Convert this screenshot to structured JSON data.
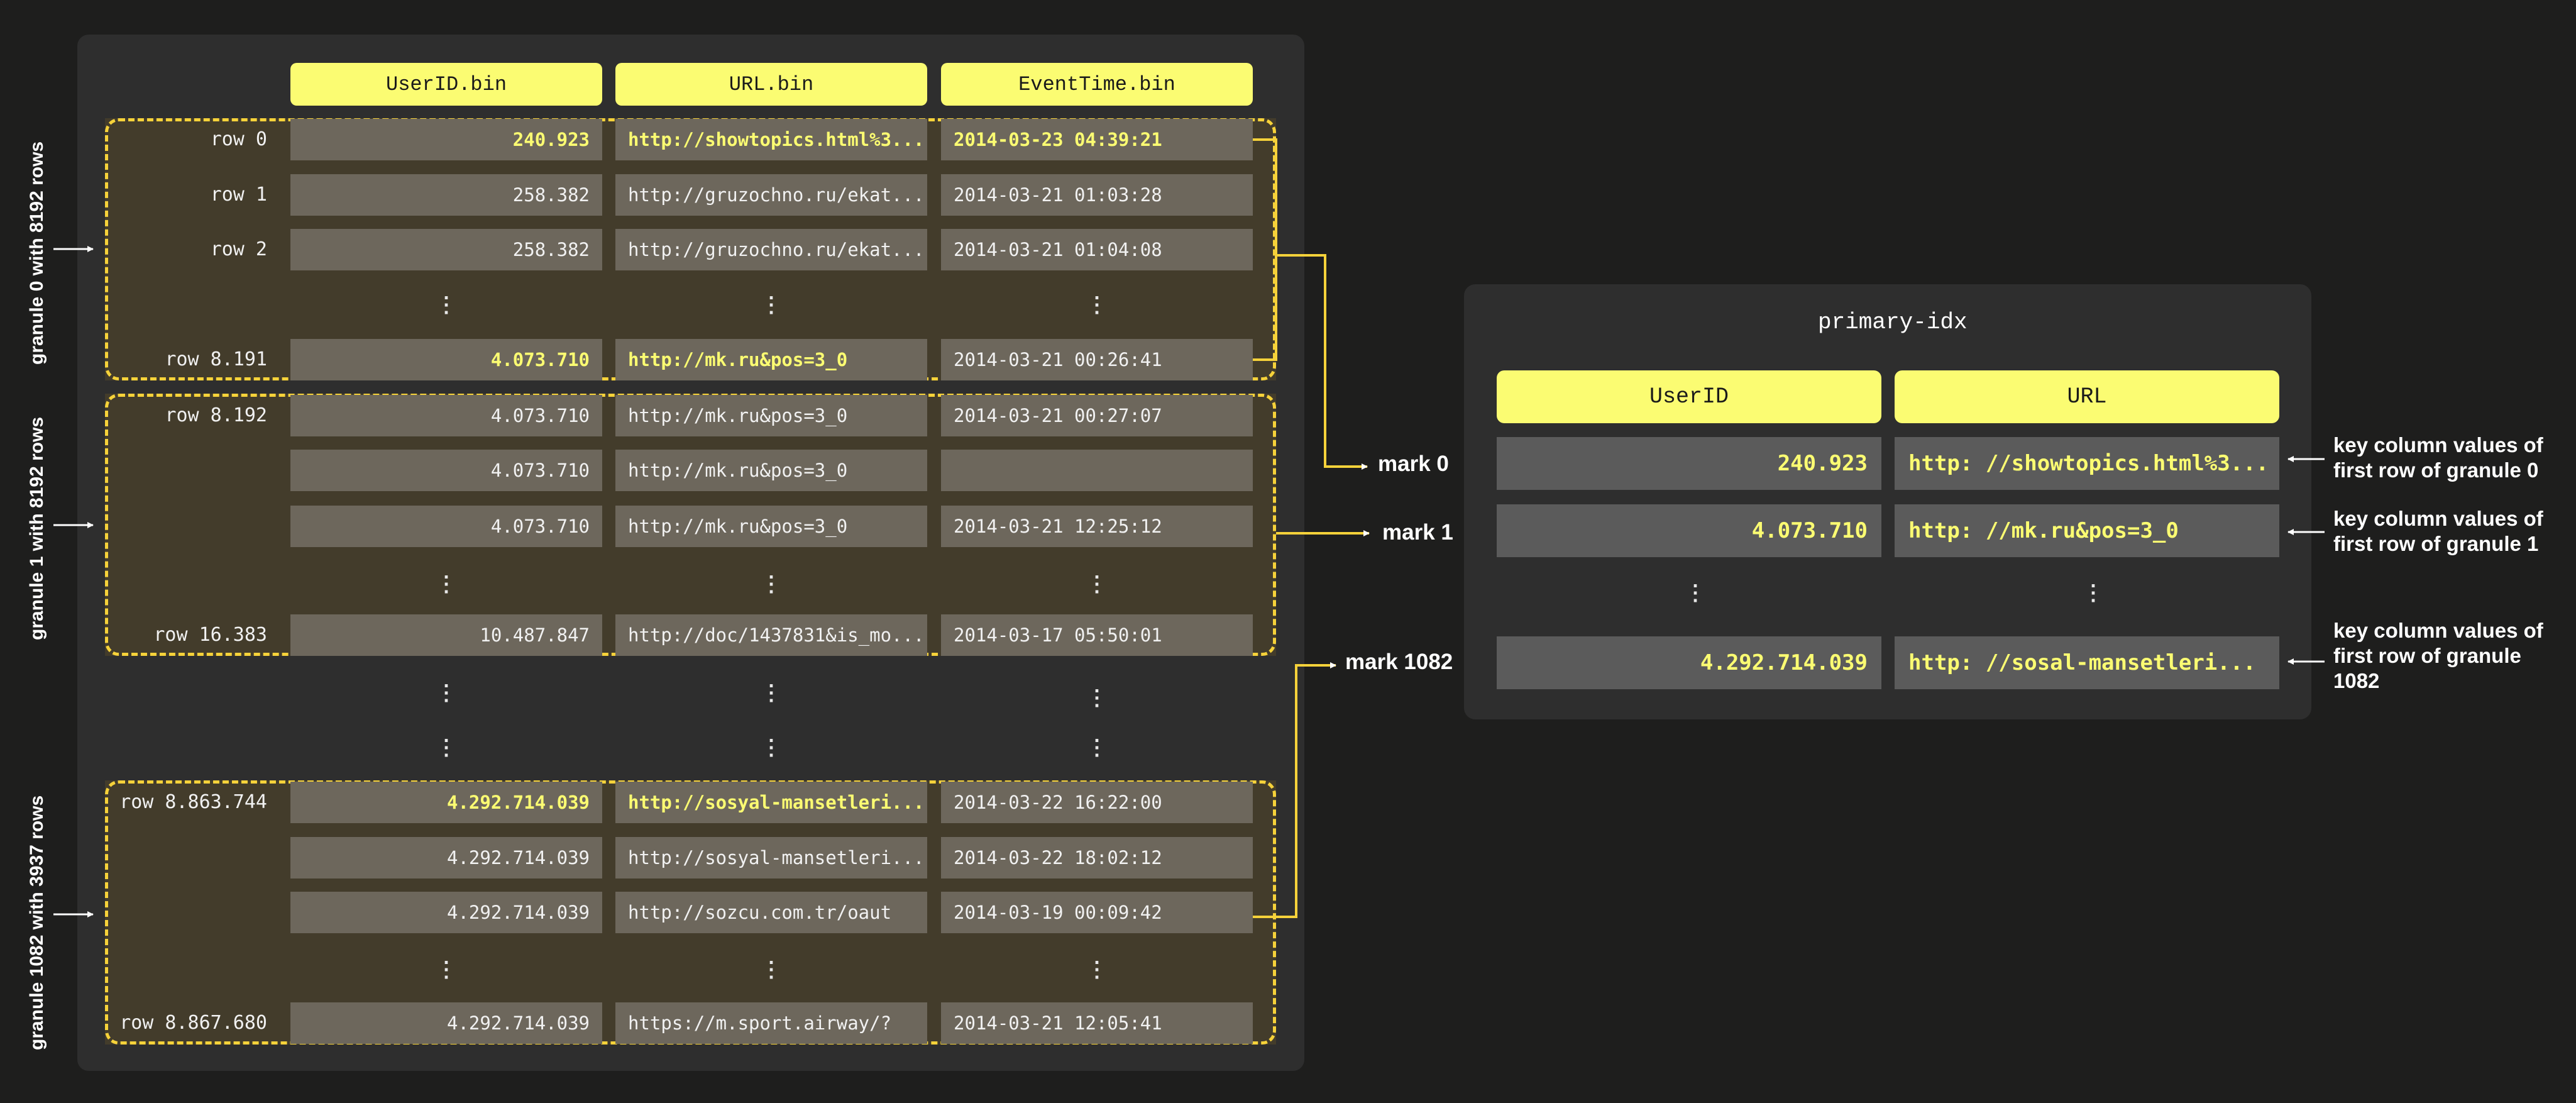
{
  "left_table": {
    "columns": [
      "UserID.bin",
      "URL.bin",
      "EventTime.bin"
    ],
    "granules": [
      {
        "label": "granule 0 with  8192 rows",
        "rows": [
          {
            "row": "row 0",
            "userid": "240.923",
            "url": "http://showtopics.html%3...",
            "time": "2014-03-23 04:39:21",
            "highlight": true
          },
          {
            "row": "row 1",
            "userid": "258.382",
            "url": "http://gruzochno.ru/ekat...",
            "time": "2014-03-21 01:03:28"
          },
          {
            "row": "row 2",
            "userid": "258.382",
            "url": "http://gruzochno.ru/ekat...",
            "time": "2014-03-21 01:04:08"
          },
          {
            "dots": true
          },
          {
            "row": "row 8.191",
            "userid": "4.073.710",
            "url": "http://mk.ru&pos=3_0",
            "time": "2014-03-21 00:26:41",
            "highlight_partial": true
          }
        ]
      },
      {
        "label": "granule 1 with  8192 rows",
        "rows": [
          {
            "row": "row 8.192",
            "userid": "4.073.710",
            "url": "http://mk.ru&pos=3_0",
            "time": "2014-03-21 00:27:07"
          },
          {
            "row": "",
            "userid": "4.073.710",
            "url": "http://mk.ru&pos=3_0",
            "time": ""
          },
          {
            "row": "",
            "userid": "4.073.710",
            "url": "http://mk.ru&pos=3_0",
            "time": "2014-03-21 12:25:12"
          },
          {
            "dots": true
          },
          {
            "row": "row 16.383",
            "userid": "10.487.847",
            "url": "http://doc/1437831&is_mo...",
            "time": "2014-03-17 05:50:01"
          }
        ]
      },
      {
        "label": "granule 1082  with  3937 rows",
        "rows": [
          {
            "row": "row 8.863.744",
            "userid": "4.292.714.039",
            "url": "http://sosyal-mansetleri...",
            "time": "2014-03-22 16:22:00",
            "highlight_partial": true
          },
          {
            "row": "",
            "userid": "4.292.714.039",
            "url": "http://sosyal-mansetleri...",
            "time": "2014-03-22 18:02:12"
          },
          {
            "row": "",
            "userid": "4.292.714.039",
            "url": "http://sozcu.com.tr/oaut",
            "time": "2014-03-19 00:09:42"
          },
          {
            "dots": true
          },
          {
            "row": "row 8.867.680",
            "userid": "4.292.714.039",
            "url": "https://m.sport.airway/?",
            "time": "2014-03-21 12:05:41"
          }
        ]
      }
    ]
  },
  "marks": [
    "mark 0",
    "mark 1",
    "mark 1082"
  ],
  "primary_index": {
    "title": "primary-idx",
    "columns": [
      "UserID",
      "URL"
    ],
    "rows": [
      {
        "userid": "240.923",
        "url": "http: //showtopics.html%3..."
      },
      {
        "userid": "4.073.710",
        "url": "http: //mk.ru&pos=3_0"
      },
      {
        "dots": true
      },
      {
        "userid": "4.292.714.039",
        "url": "http: //sosal-mansetleri..."
      }
    ]
  },
  "notes": [
    "key column values of first row of granule 0",
    "key column values of first row of granule 1",
    "key column values of first row of granule 1082"
  ],
  "colors": {
    "accent": "#fbfc72",
    "dashed": "#f6d23a",
    "background": "#1e1e1d",
    "panel": "#2e2e2e"
  },
  "icons": [
    "arrow-right-icon",
    "arrow-left-icon",
    "vertical-ellipsis-icon"
  ]
}
